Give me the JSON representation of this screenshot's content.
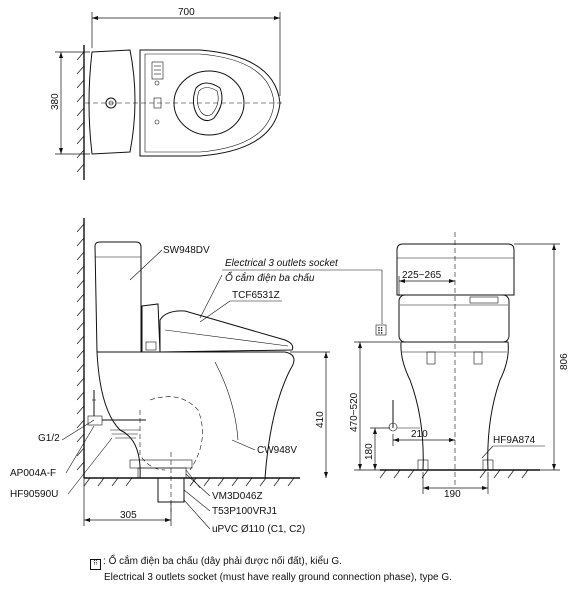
{
  "dimensions": {
    "top_width": "700",
    "top_depth": "380",
    "socket_range": "225~265",
    "total_height": "806",
    "rim_height": "470~520",
    "seat_height": "410",
    "supply_offset": "210",
    "supply_height": "180",
    "foot_width": "190",
    "roughin": "305"
  },
  "labels": {
    "tank": "SW948DV",
    "socket_en": "Electrical 3 outlets socket",
    "socket_vn": "Ổ cắm điện ba chấu",
    "seat": "TCF6531Z",
    "inlet": "G1/2",
    "stop_valve": "AP004A-F",
    "hose": "HF90590U",
    "bowl": "CW948V",
    "flange": "VM3D046Z",
    "bolt": "T53P100VRJ1",
    "pipe": "uPVC Ø110 (C1, C2)",
    "hose2": "HF9A874"
  },
  "note": {
    "symbol": "⠿",
    "line1": "Ổ cắm điện ba chấu (dây phải được nối đất), kiểu G.",
    "line2": "Electrical 3 outlets socket (must have really ground connection phase), type G."
  }
}
